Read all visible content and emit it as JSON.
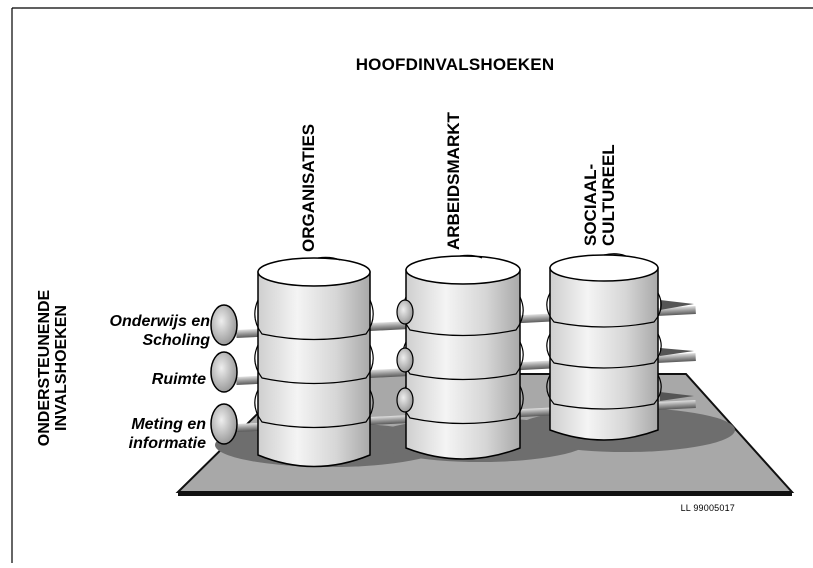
{
  "diagram": {
    "main_heading": "HOOFDINVALSHOEKEN",
    "side_heading_line1": "ONDERSTEUNENDE",
    "side_heading_line2": "INVALSHOEKEN",
    "columns": [
      {
        "label": "ORGANISATIES"
      },
      {
        "label": "ARBEIDSMARKT"
      },
      {
        "label_line1": "SOCIAAL-",
        "label_line2": "CULTUREEL"
      }
    ],
    "rows": [
      {
        "label_line1": "Onderwijs en",
        "label_line2": "Scholing"
      },
      {
        "label": "Ruimte"
      },
      {
        "label_line1": "Meting en",
        "label_line2": "informatie"
      }
    ],
    "reference_code": "LL 99005017"
  }
}
